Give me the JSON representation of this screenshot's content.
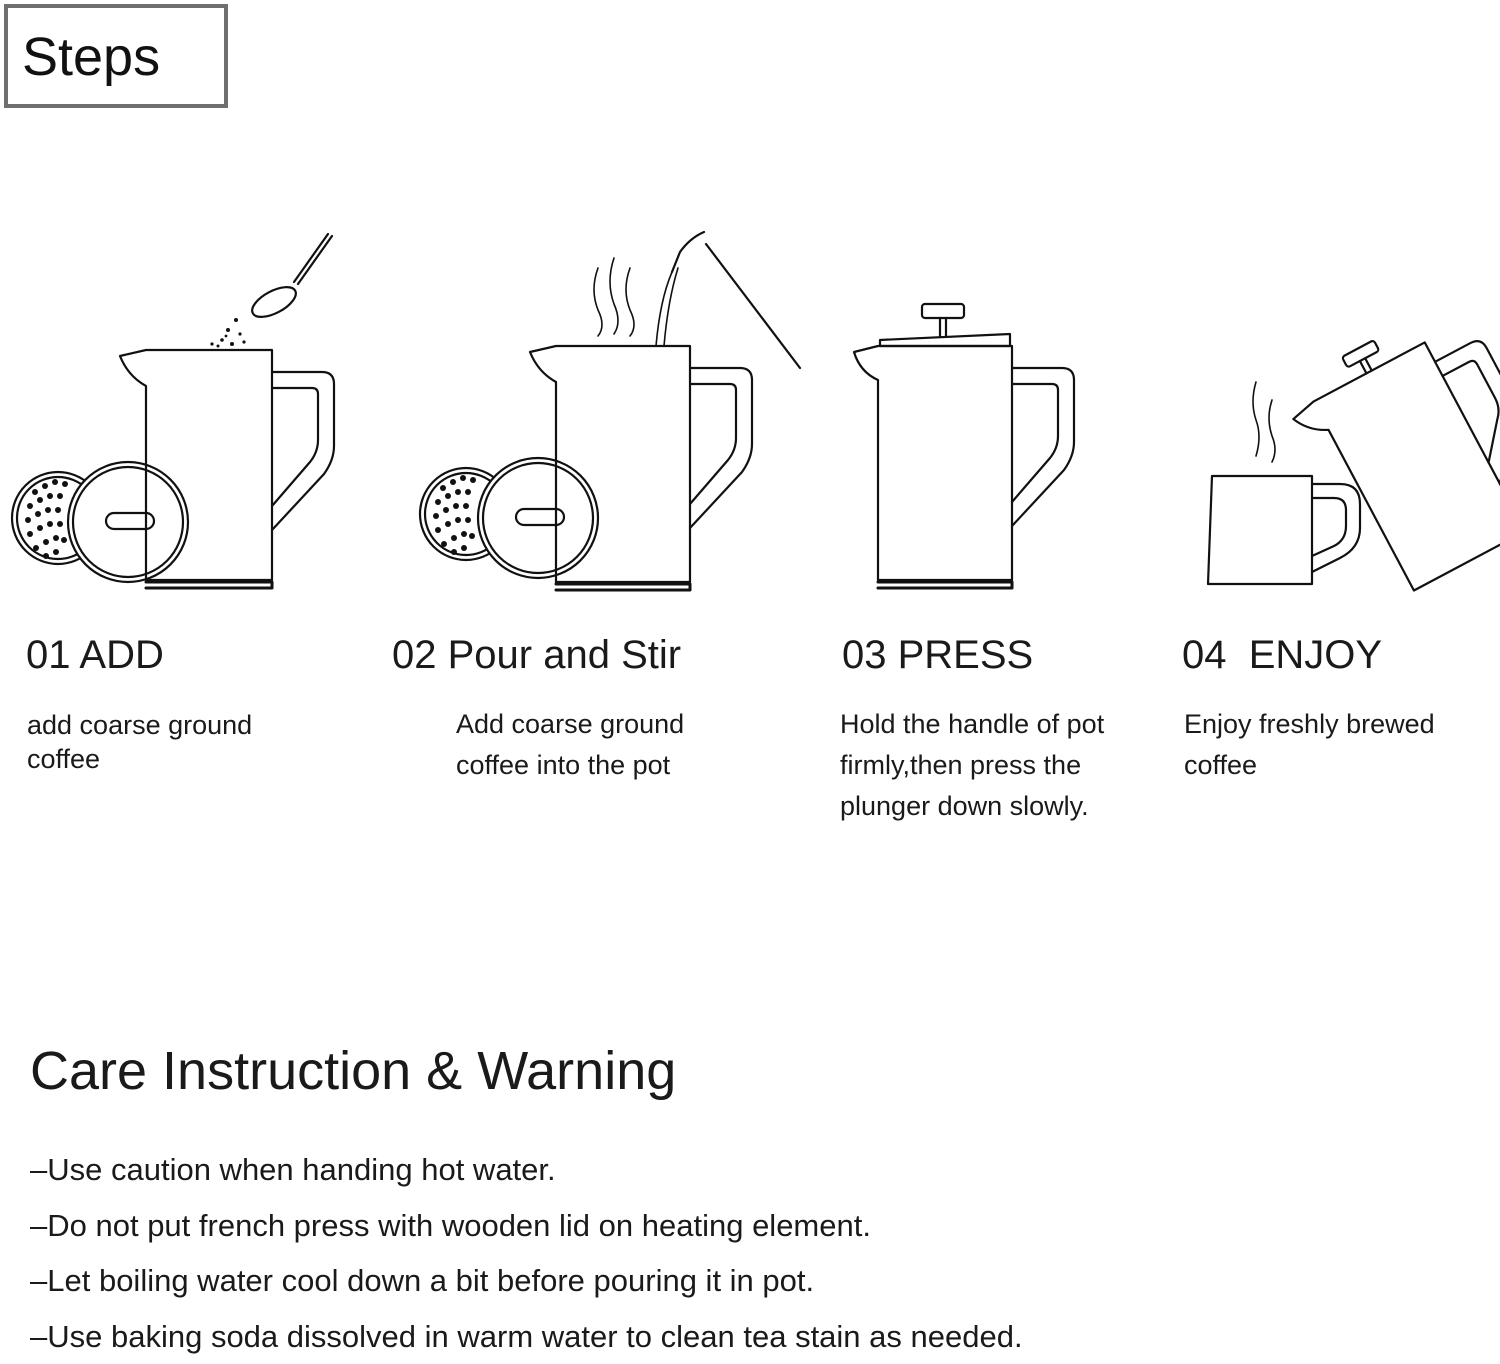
{
  "header": {
    "steps_label": "Steps"
  },
  "steps": [
    {
      "title": "01 ADD",
      "description": "add coarse ground coffee"
    },
    {
      "title": "02 Pour and Stir",
      "description": "Add coarse ground coffee into the pot"
    },
    {
      "title": "03 PRESS",
      "description": "Hold the handle of pot firmly,then press the plunger down slowly."
    },
    {
      "title": "04  ENJOY",
      "description": "Enjoy freshly brewed coffee"
    }
  ],
  "care": {
    "title": "Care Instruction & Warning",
    "items": [
      "–Use caution when handing hot water.",
      "–Do not put french press with wooden lid on heating element.",
      "–Let boiling water cool down a bit before pouring it in pot.",
      "–Use baking soda dissolved in warm water to clean tea stain as needed."
    ]
  }
}
